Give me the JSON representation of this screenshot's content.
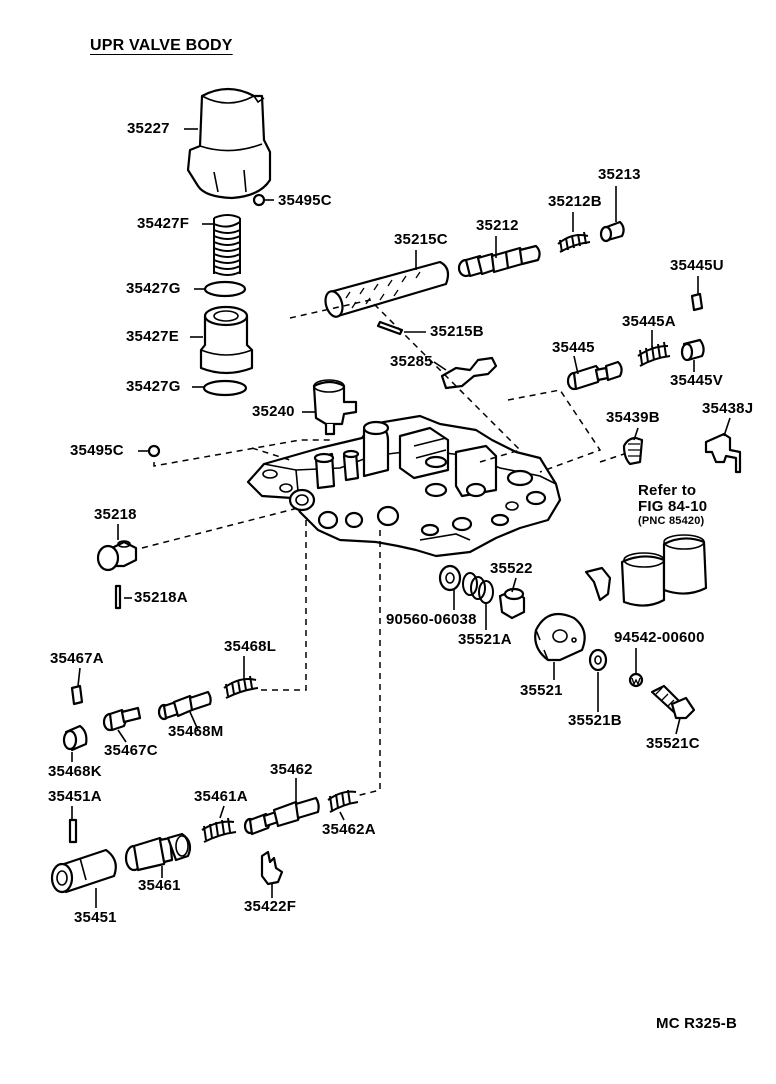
{
  "title": "UPR VALVE BODY",
  "labels": {
    "p35227": "35227",
    "p35495C_top": "35495C",
    "p35427F": "35427F",
    "p35427G_top": "35427G",
    "p35427E": "35427E",
    "p35427G_bot": "35427G",
    "p35240": "35240",
    "p35495C_mid": "35495C",
    "p35215C": "35215C",
    "p35212": "35212",
    "p35212B": "35212B",
    "p35213": "35213",
    "p35215B": "35215B",
    "p35285": "35285",
    "p35445U": "35445U",
    "p35445A": "35445A",
    "p35445": "35445",
    "p35445V": "35445V",
    "p35439B": "35439B",
    "p35438J": "35438J",
    "p35218": "35218",
    "p35218A": "35218A",
    "p35522": "35522",
    "p90560": "90560-06038",
    "p35521A": "35521A",
    "p35468L": "35468L",
    "p35467A": "35467A",
    "p35468M": "35468M",
    "p35467C": "35467C",
    "p35468K": "35468K",
    "p35521": "35521",
    "p35521B": "35521B",
    "p94542": "94542-00600",
    "p35521C": "35521C",
    "p35451A": "35451A",
    "p35461A": "35461A",
    "p35462": "35462",
    "p35462A": "35462A",
    "p35461": "35461",
    "p35451": "35451",
    "p35422F": "35422F"
  },
  "reference": {
    "line1": "Refer to",
    "line2": "FIG 84-10",
    "line3": "(PNC 85420)"
  },
  "footer": "MC  R325-B"
}
